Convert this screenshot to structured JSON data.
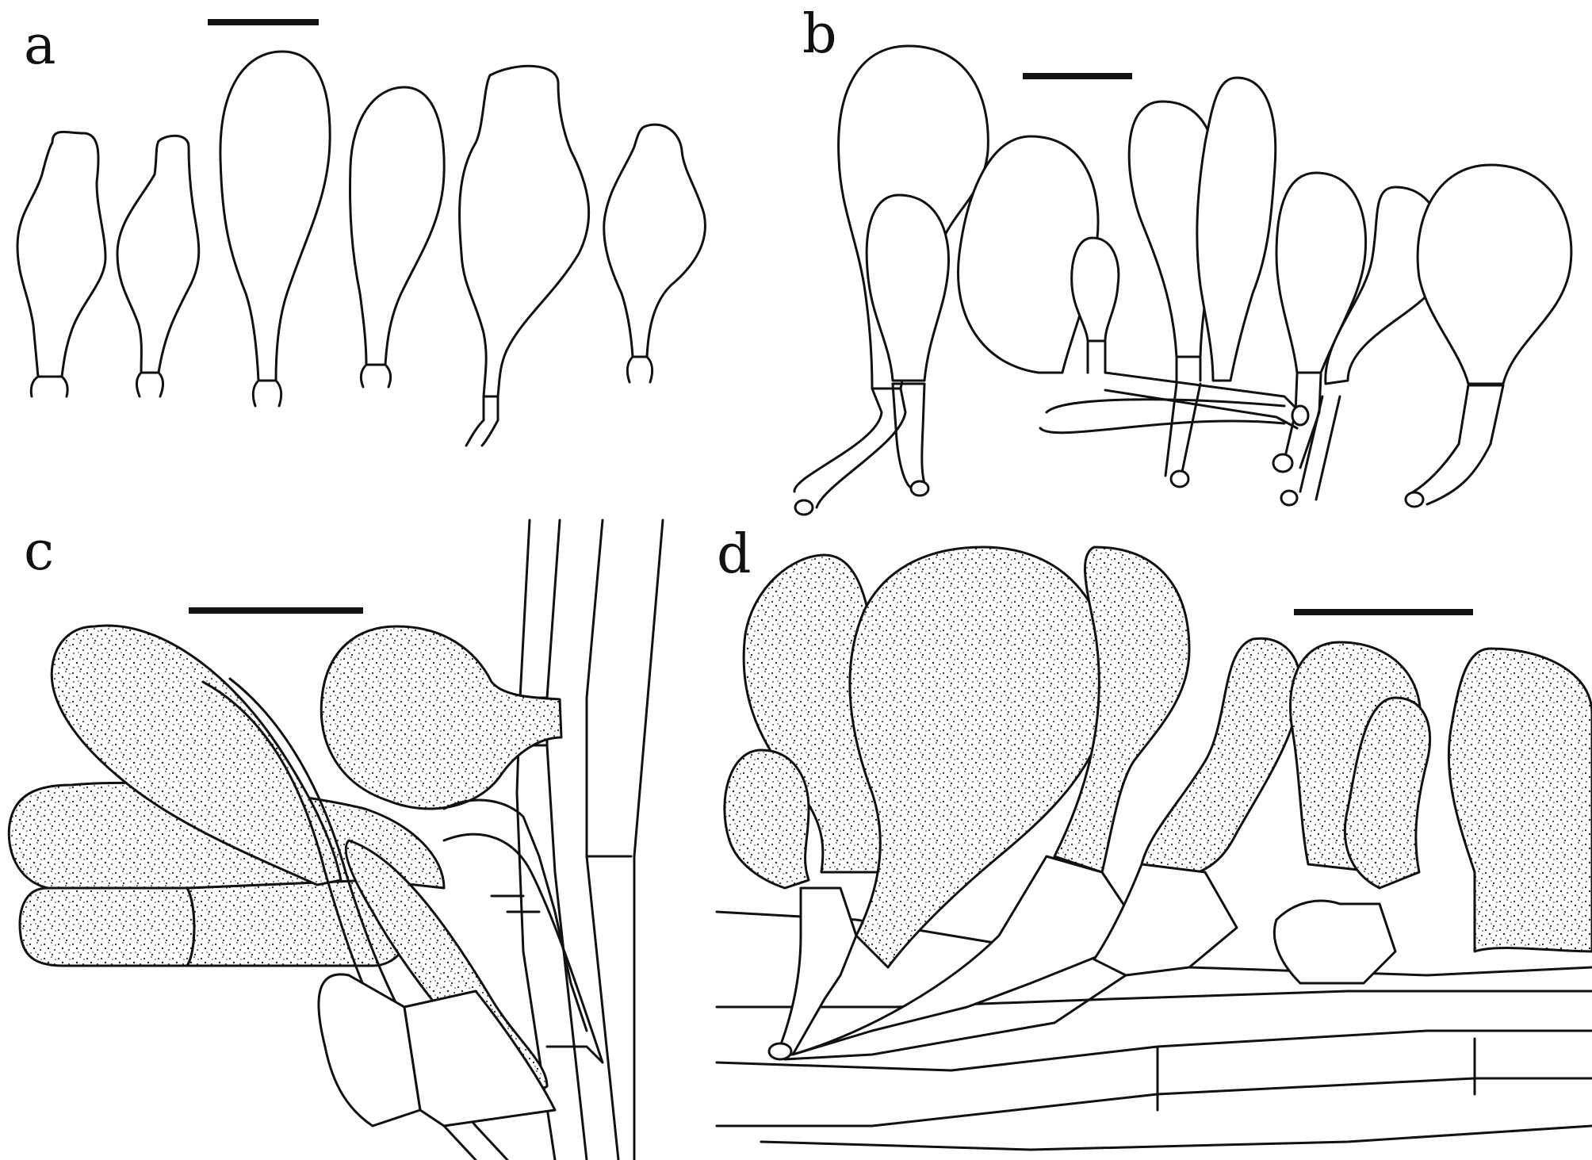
{
  "panels": {
    "a": {
      "label": "a"
    },
    "b": {
      "label": "b"
    },
    "c": {
      "label": "c"
    },
    "d": {
      "label": "d"
    }
  },
  "colors": {
    "ink": "#111111",
    "background": "#ffffff",
    "stipple": "#222222"
  }
}
